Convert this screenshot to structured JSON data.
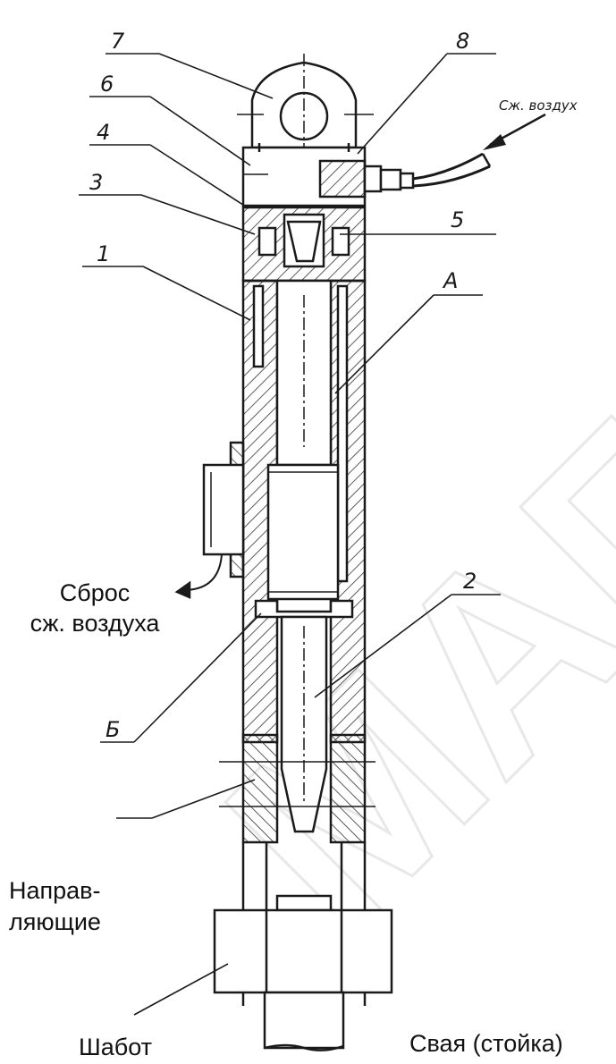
{
  "callouts": {
    "n1": "1",
    "n2": "2",
    "n3": "3",
    "n4": "4",
    "n5": "5",
    "n6": "6",
    "n7": "7",
    "n8": "8",
    "a": "А",
    "b": "Б"
  },
  "air_supply_label": "Сж. воздух",
  "exhaust_label": [
    "Сброс",
    "сж. воздуха"
  ],
  "guides_label": [
    "Направ-",
    "ляющие"
  ],
  "anvil_label": "Шабот",
  "pile_label": "Свая (стойка)",
  "watermark_text": "МАГИСТР",
  "colors": {
    "ink": "#1a1a1a",
    "hatch": "#333333",
    "watermark": "#e6e6e6"
  }
}
